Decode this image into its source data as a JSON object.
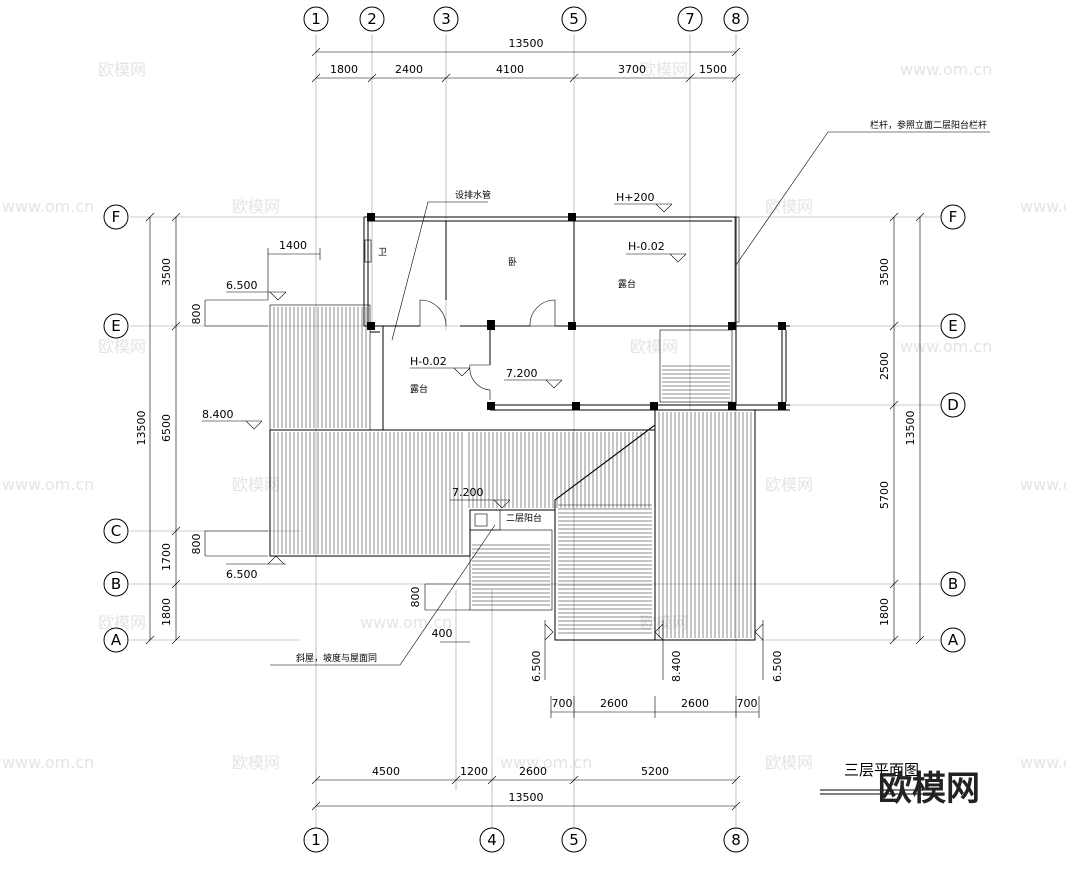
{
  "axes": {
    "top": [
      "1",
      "2",
      "3",
      "5",
      "7",
      "8"
    ],
    "bottom": [
      "1",
      "4",
      "5",
      "8"
    ],
    "left": [
      "F",
      "E",
      "C",
      "B",
      "A"
    ],
    "right": [
      "F",
      "E",
      "D",
      "B",
      "A"
    ]
  },
  "dims": {
    "top_total": "13500",
    "top_parts": [
      "1800",
      "2400",
      "4100",
      "3700",
      "1500"
    ],
    "bottom_total": "13500",
    "bottom_parts": [
      "4500",
      "1200",
      "2600",
      "5200"
    ],
    "bottom_mid": [
      "700",
      "2600",
      "2600",
      "700"
    ],
    "left_total": "13500",
    "left_parts": [
      "3500",
      "6500",
      "1700",
      "1800"
    ],
    "right_total": "13500",
    "right_parts": [
      "3500",
      "2500",
      "5700",
      "1800"
    ],
    "local": [
      "1400",
      "800",
      "800",
      "800",
      "400"
    ]
  },
  "elevations": {
    "e650_top": "6.500",
    "e840_left": "8.400",
    "e650_left": "6.500",
    "h200": "H+200",
    "h002_a": "H-0.02",
    "h002_b": "H-0.02",
    "e720_a": "7.200",
    "e720_b": "7.200",
    "e650_b1": "6.500",
    "e840_b": "8.400",
    "e650_b2": "6.500"
  },
  "labels": {
    "railing_note": "栏杆，参照立面二层阳台栏杆",
    "drain_note": "设排水管",
    "slope_note": "斜屋，坡度与屋面同",
    "room_wc": "卫",
    "room_bed": "卧",
    "terrace_a": "露台",
    "terrace_b": "露台",
    "balcony": "二层阳台",
    "drawing_title": "三层平面图"
  },
  "watermarks": {
    "brand": "欧模网",
    "url": "www.om.cn",
    "brand_large": "欧模网"
  }
}
